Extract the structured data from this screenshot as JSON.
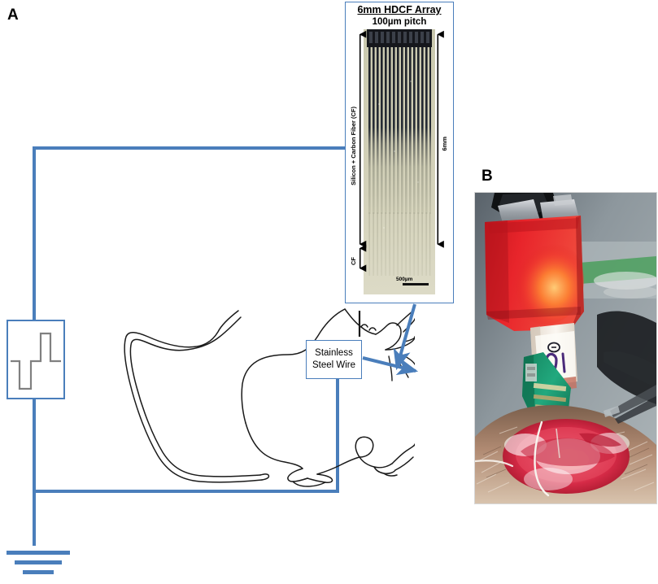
{
  "figure": {
    "panels": [
      {
        "id": "A",
        "letter": "A"
      },
      {
        "id": "B",
        "letter": "B"
      }
    ]
  },
  "panel_a": {
    "letter": "A",
    "array_inset": {
      "title": "6mm HDCF Array",
      "subtitle": "100µm pitch",
      "left_label": "Silicon + Carbon Fiber (CF)",
      "bottom_left_label": "CF",
      "right_label": "6mm",
      "scale_bar_label": "500µm",
      "shank_count": 16,
      "colors": {
        "substrate": "#cdcbb0",
        "shank": "#2b3038",
        "connector": "#1b1d22",
        "fiber": "#b6b49c"
      }
    },
    "callout": {
      "line1": "Stainless",
      "line2": "Steel Wire"
    },
    "stimulator": {
      "name": "biphasic-stimulus-waveform",
      "waveform": "biphasic-pulse"
    },
    "ground": {
      "name": "earth-ground-symbol",
      "bar_count": 3
    },
    "wire_color": "#4a7ebb",
    "subject": "rat-outline-drawing"
  },
  "panel_b": {
    "letter": "B",
    "photo_description": "surgical-implantation-photo",
    "elements": [
      "red-3d-printed-probe-holder",
      "metal-stereotaxic-clamp",
      "white-taped-label-block",
      "green-pcb-headstage",
      "exposed-craniotomy",
      "rodent-head"
    ],
    "colors": {
      "holder": "#e8252b",
      "holder_glow": "#ff8c32",
      "pcb": "#1e9e76",
      "tissue": "#d62b47",
      "fur": "#b08a72",
      "background": "#6f7a80"
    }
  }
}
